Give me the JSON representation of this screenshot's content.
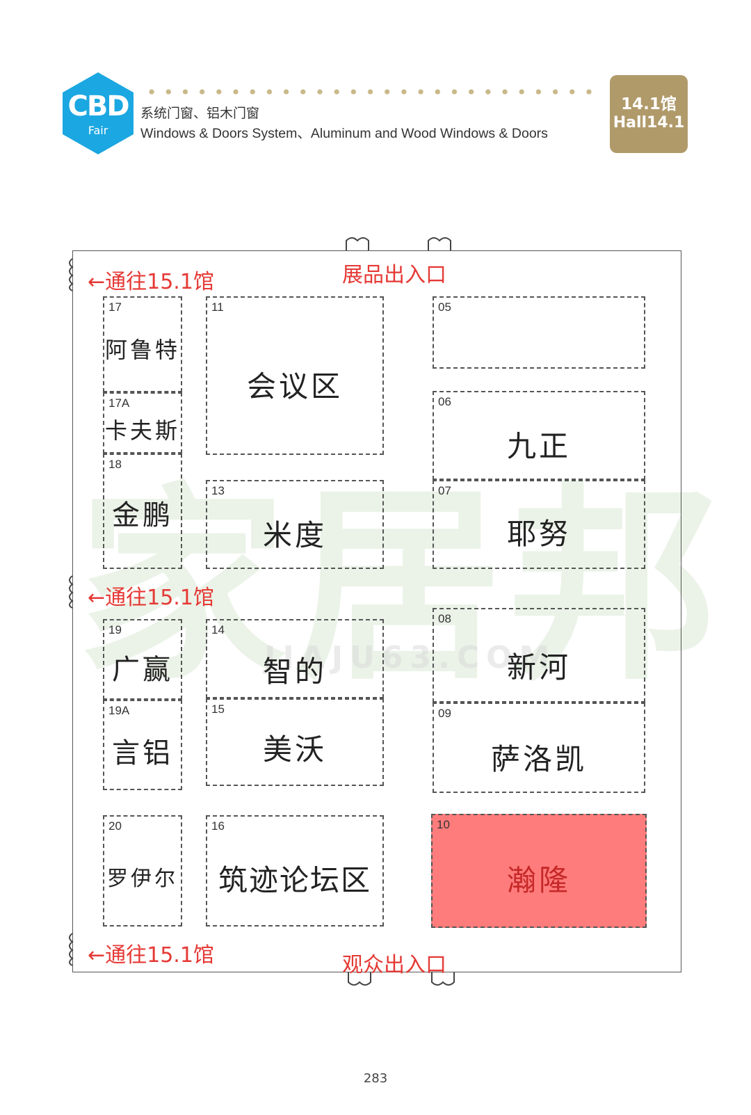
{
  "header": {
    "logo_text": "CBD",
    "logo_sub": "Fair",
    "category_cn": "系统门窗、铝木门窗",
    "category_en": "Windows & Doors System、Aluminum and Wood Windows & Doors",
    "hall_cn": "14.1馆",
    "hall_en": "Hall14.1",
    "badge_color": "#b09a6a",
    "logo_color": "#1ba7e1"
  },
  "map": {
    "exhibit_entrance": "展品出入口",
    "visitor_entrance": "观众出入口",
    "to_hall": "←通往15.1馆",
    "booths": [
      {
        "num": "17",
        "name": "阿鲁特"
      },
      {
        "num": "17A",
        "name": "卡夫斯"
      },
      {
        "num": "18",
        "name": "金鹏"
      },
      {
        "num": "19",
        "name": "广赢"
      },
      {
        "num": "19A",
        "name": "言铝"
      },
      {
        "num": "20",
        "name": "罗伊尔"
      },
      {
        "num": "11",
        "name": "会议区"
      },
      {
        "num": "13",
        "name": "米度"
      },
      {
        "num": "14",
        "name": "智的"
      },
      {
        "num": "15",
        "name": "美沃"
      },
      {
        "num": "16",
        "name": "筑迹论坛区"
      },
      {
        "num": "05",
        "name": ""
      },
      {
        "num": "06",
        "name": "九正"
      },
      {
        "num": "07",
        "name": "耶努"
      },
      {
        "num": "08",
        "name": "新河"
      },
      {
        "num": "09",
        "name": "萨洛凯"
      },
      {
        "num": "10",
        "name": "瀚隆"
      }
    ],
    "highlight_booth": "10",
    "highlight_color": "#ff7c7c",
    "accent_color": "#e53935"
  },
  "watermark": {
    "main": "家居邦",
    "sub": "JIAJU63.COM"
  },
  "page_number": "283"
}
